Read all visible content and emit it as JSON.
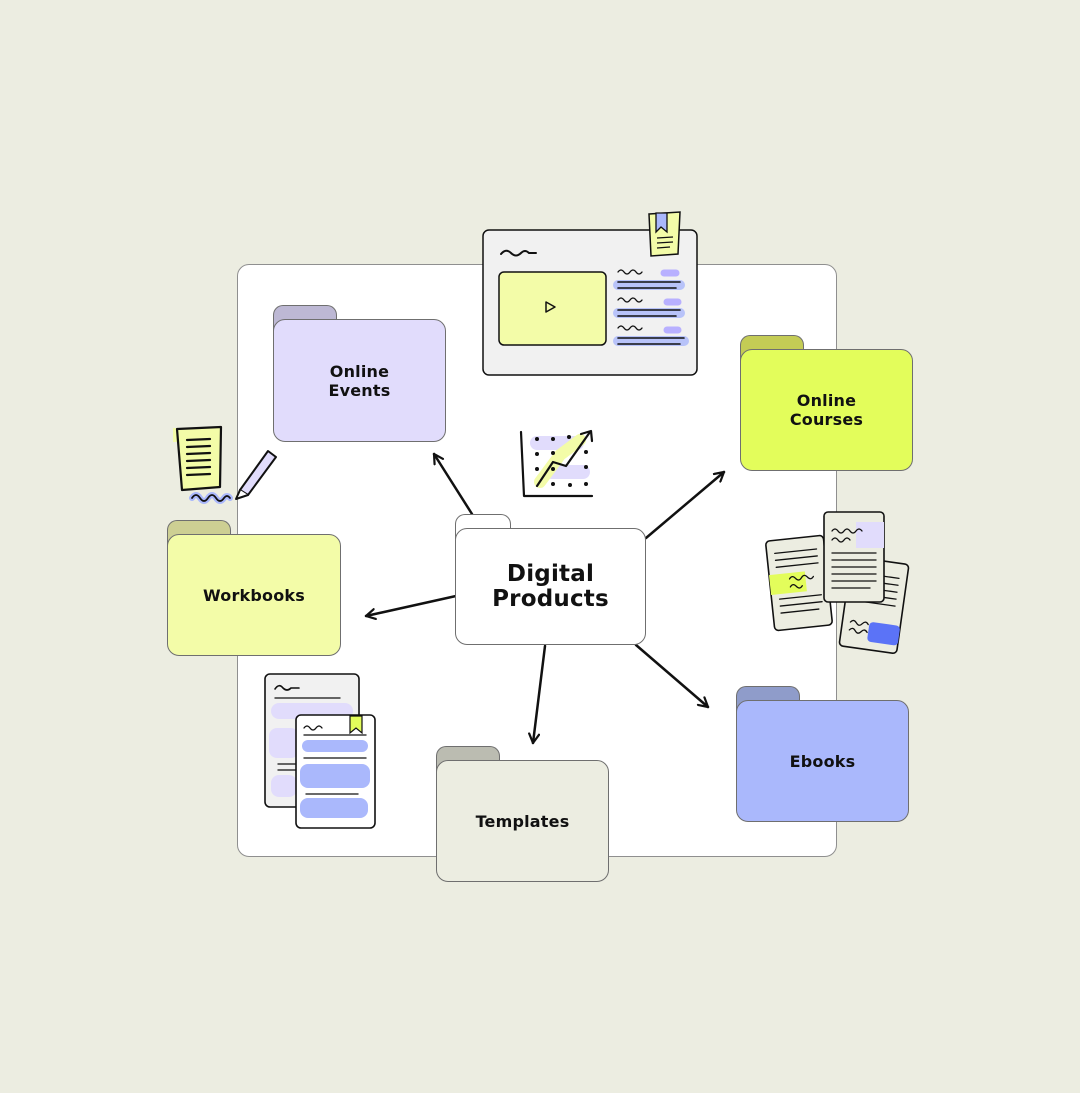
{
  "nodes": {
    "center": {
      "label": "Digital\nProducts"
    },
    "online_events": {
      "label": "Online\nEvents",
      "tab_color": "#bdb8d4",
      "body_color": "#e1dcfc"
    },
    "online_courses": {
      "label": "Online\nCourses",
      "tab_color": "#c4cc55",
      "body_color": "#e3fd5b"
    },
    "workbooks": {
      "label": "Workbooks",
      "tab_color": "#cdcf93",
      "body_color": "#f3fca8"
    },
    "ebooks": {
      "label": "Ebooks",
      "tab_color": "#8f9cca",
      "body_color": "#aab8fc"
    },
    "templates": {
      "label": "Templates",
      "tab_color": "#bbbcb1",
      "body_color": "#ecede1"
    }
  },
  "colors": {
    "background": "#ecede1",
    "board": "#ffffff",
    "accent_lime": "#e3fd5b",
    "accent_pale_yellow": "#f3fca8",
    "accent_lavender": "#e1dcfc",
    "accent_blue": "#aab8fc",
    "accent_strong_blue": "#5b73f7",
    "ink": "#111111"
  },
  "icons": [
    "video-course-window-icon",
    "bookmark-icon",
    "play-icon",
    "growth-chart-icon",
    "notepad-with-pencil-icon",
    "stacked-documents-icon",
    "document-pages-icon"
  ]
}
